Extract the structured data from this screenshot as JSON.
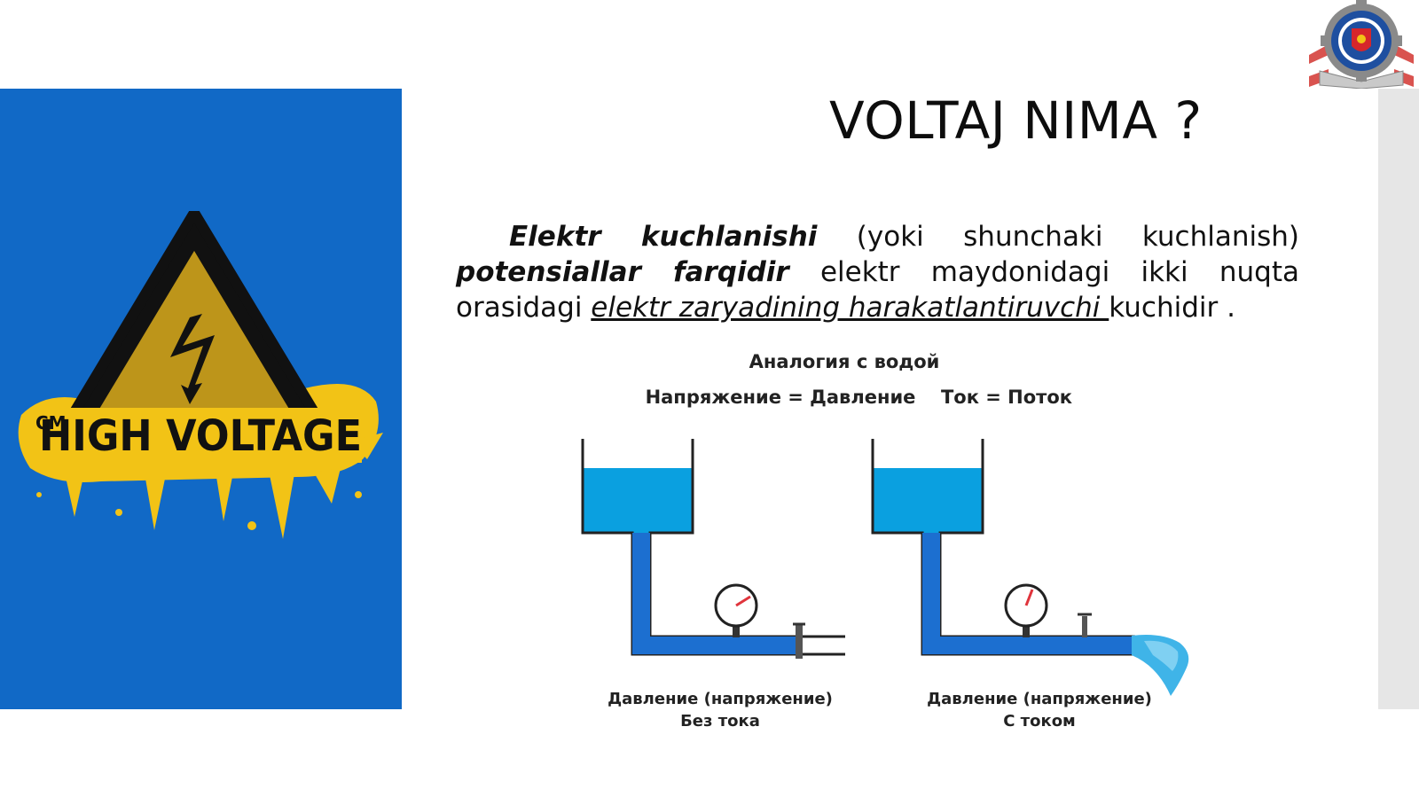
{
  "slide": {
    "title": "VOLTAJ NIMA ?",
    "paragraph": {
      "term1": "Elektr kuchlanishi",
      "text1": "(yoki shunchaki kuchlanish)",
      "term2": "potensiallar farqidir",
      "text2": "elektr maydonidagi ikki nuqta orasidagi",
      "link": "elektr zaryadining harakatlantiruvchi ",
      "text3": "kuchidir ."
    },
    "image_left": {
      "sign_text": "HIGH VOLTAGE",
      "sign_brand": "CM"
    },
    "diagram": {
      "title": "Аналогия с водой",
      "subtitle_left": "Напряжение = Давление",
      "subtitle_right": "Ток = Поток",
      "left_caption_1": "Давление (напряжение)",
      "left_caption_2": "Без тока",
      "right_caption_1": "Давление (напряжение)",
      "right_caption_2": "С током"
    },
    "colors": {
      "left_panel": "#1169c6",
      "water": "#0aa0e0",
      "pipe": "#1c6fd0",
      "sign_yellow": "#f2c316"
    },
    "icons": [
      "high-voltage-sign",
      "college-emblem-logo",
      "pressure-gauge-icon",
      "valve-icon"
    ]
  }
}
